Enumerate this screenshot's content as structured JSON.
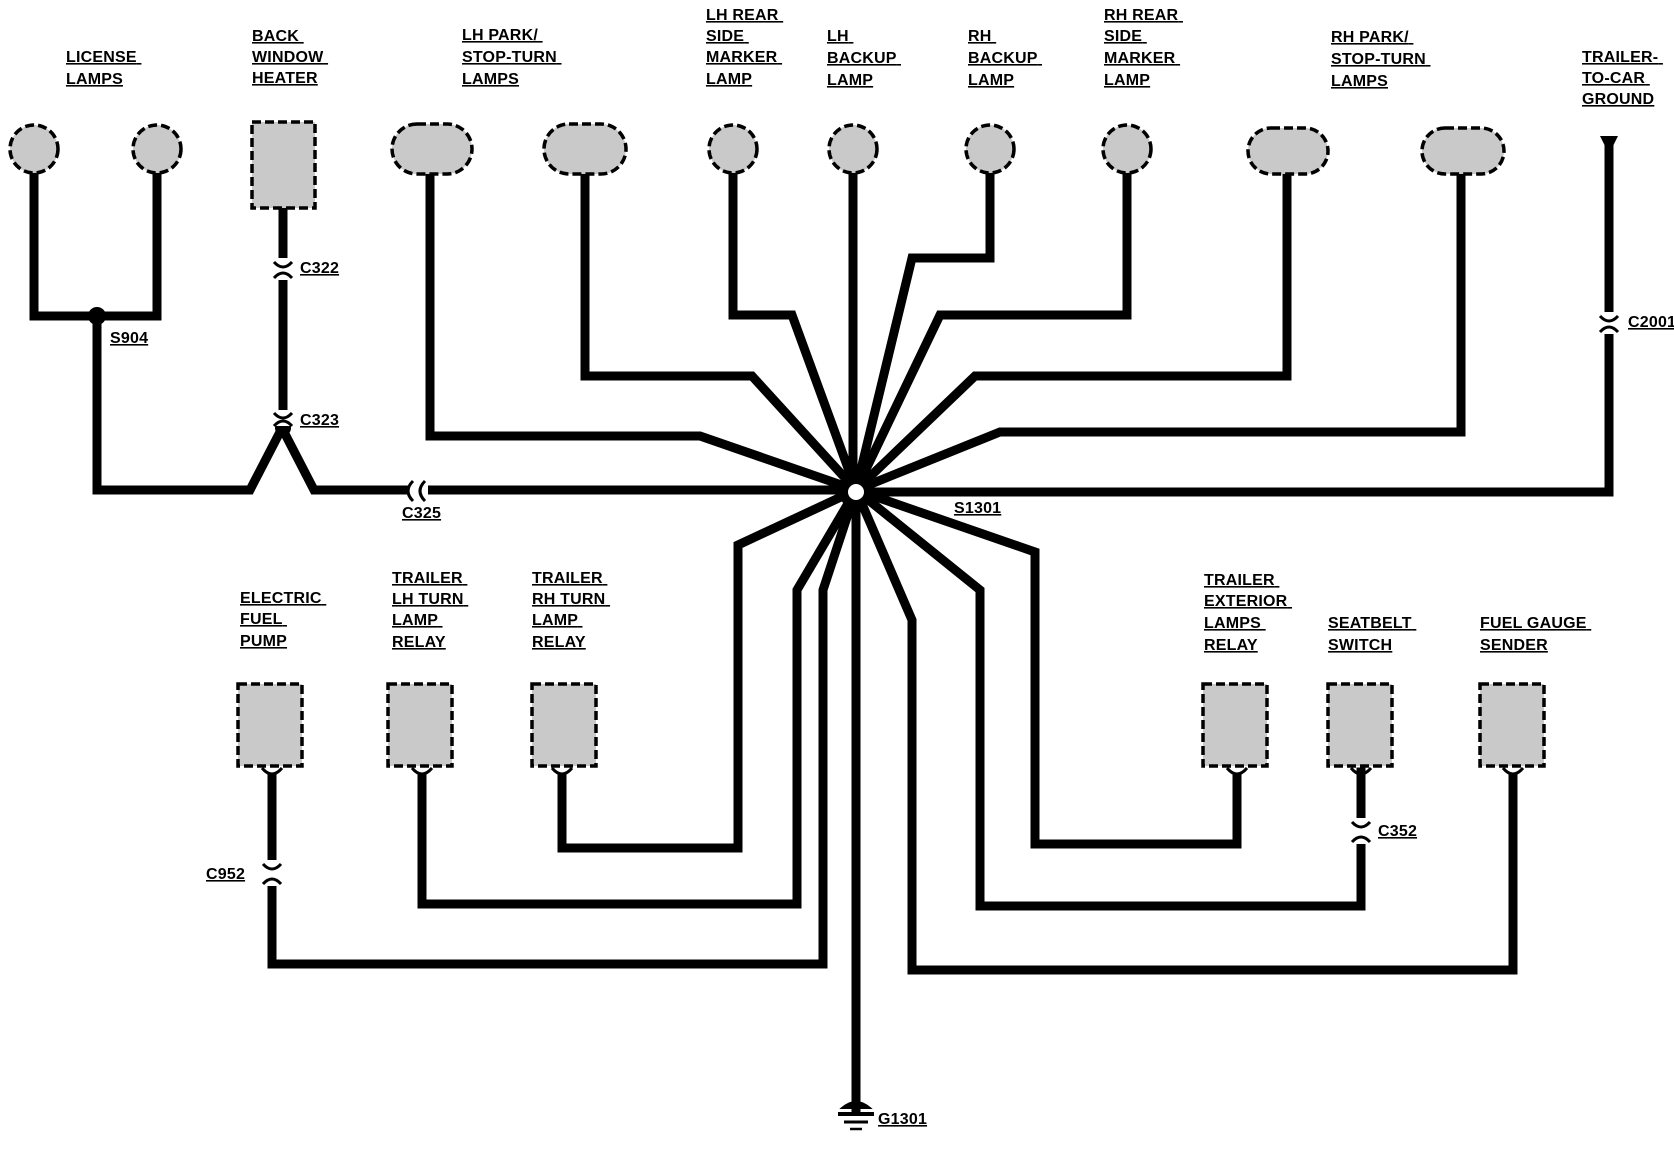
{
  "lamps": {
    "license": [
      "LICENSE",
      "LAMPS"
    ],
    "back_window_heater": [
      "BACK",
      "WINDOW",
      "HEATER"
    ],
    "lh_park": [
      "LH PARK/",
      "STOP-TURN",
      "LAMPS"
    ],
    "lh_rear_marker": [
      "LH REAR",
      "SIDE",
      "MARKER",
      "LAMP"
    ],
    "lh_backup": [
      "LH",
      "BACKUP",
      "LAMP"
    ],
    "rh_backup": [
      "RH",
      "BACKUP",
      "LAMP"
    ],
    "rh_rear_marker": [
      "RH REAR",
      "SIDE",
      "MARKER",
      "LAMP"
    ],
    "rh_park": [
      "RH PARK/",
      "STOP-TURN",
      "LAMPS"
    ],
    "trailer_ground": [
      "TRAILER-",
      "TO-CAR",
      "GROUND"
    ]
  },
  "components": {
    "electric_fuel_pump": [
      "ELECTRIC",
      "FUEL",
      "PUMP"
    ],
    "trailer_lh_turn_relay": [
      "TRAILER",
      "LH TURN",
      "LAMP",
      "RELAY"
    ],
    "trailer_rh_turn_relay": [
      "TRAILER",
      "RH TURN",
      "LAMP",
      "RELAY"
    ],
    "trailer_exterior_relay": [
      "TRAILER",
      "EXTERIOR",
      "LAMPS",
      "RELAY"
    ],
    "seatbelt_switch": [
      "SEATBELT",
      "SWITCH"
    ],
    "fuel_gauge_sender": [
      "FUEL GAUGE",
      "SENDER"
    ]
  },
  "connectors": {
    "c322": "C322",
    "c323": "C323",
    "c325": "C325",
    "c2001": "C2001",
    "c952": "C952",
    "c352": "C352"
  },
  "splices": {
    "s904": "S904",
    "s1301": "S1301"
  },
  "grounds": {
    "g1301": "G1301"
  }
}
